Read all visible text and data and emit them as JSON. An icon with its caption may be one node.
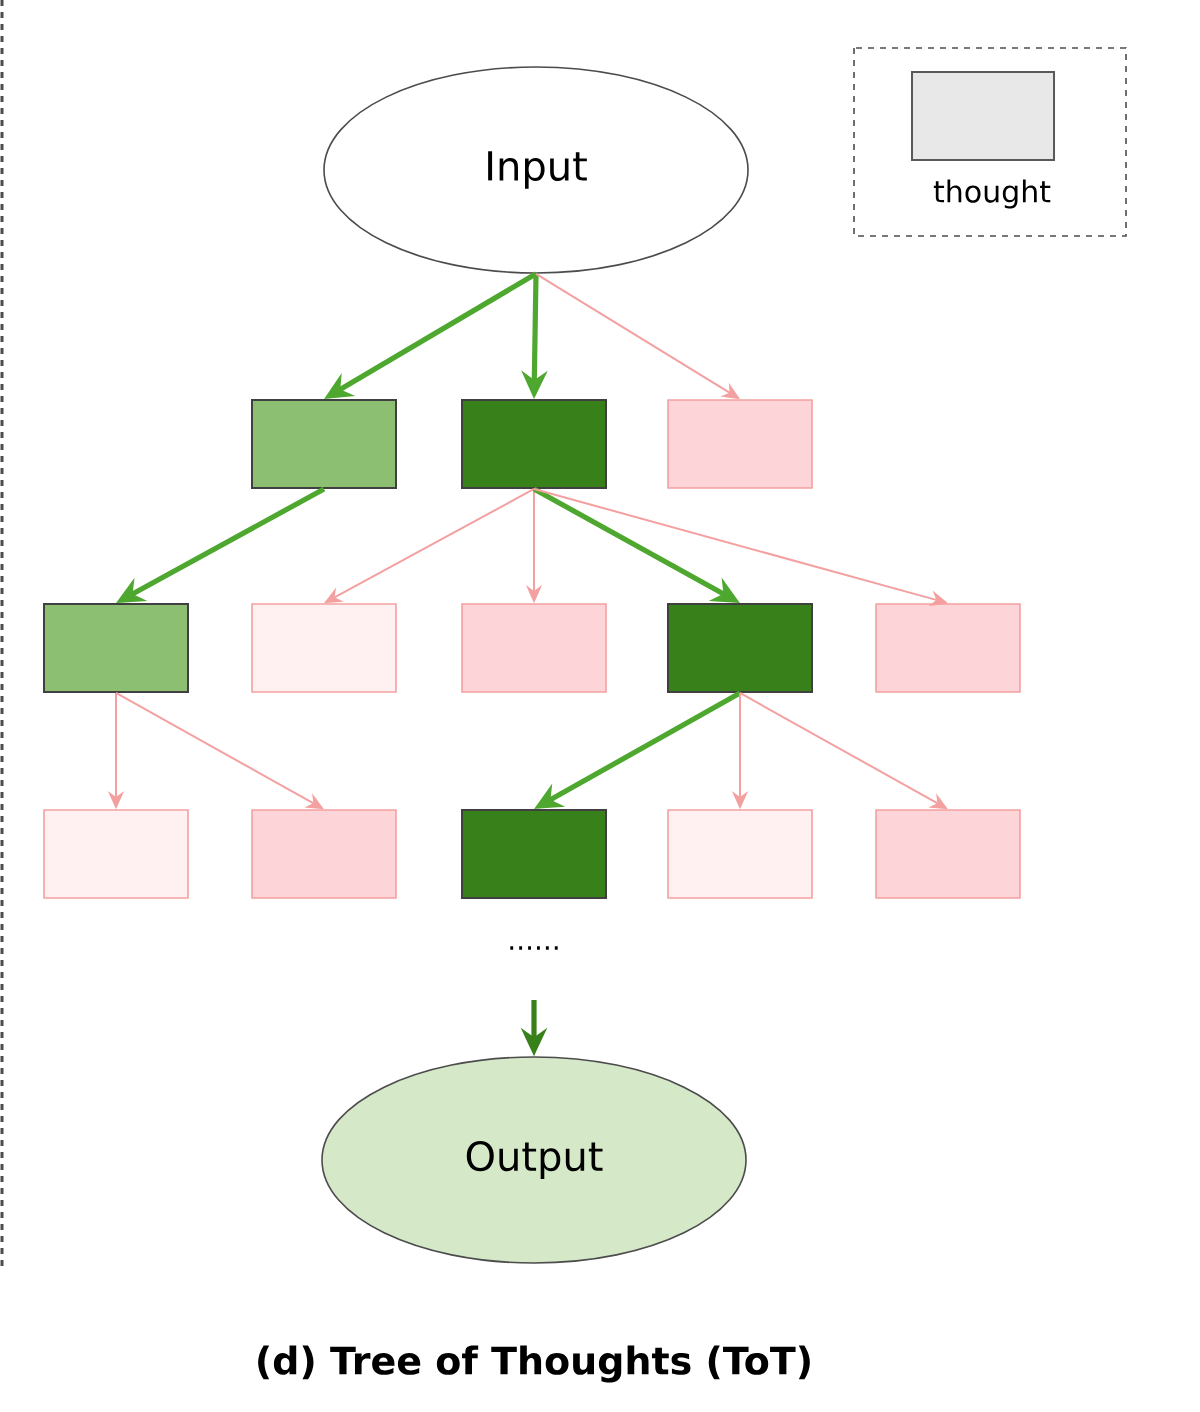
{
  "diagram": {
    "caption": "(d) Tree of Thoughts (ToT)",
    "nodes": [
      {
        "text": [
          "Input"
        ]
      },
      {
        "text": [],
        "shape": "box"
      },
      {
        "text": [],
        "shape": "box"
      },
      {
        "text": [],
        "shape": "box"
      },
      {
        "text": [],
        "shape": "box"
      },
      {
        "text": [],
        "shape": "box"
      },
      {
        "text": [],
        "shape": "box"
      },
      {
        "text": [],
        "shape": "box"
      },
      {
        "text": [],
        "shape": "box"
      },
      {
        "text": [],
        "shape": "box"
      },
      {
        "text": [],
        "shape": "box"
      },
      {
        "text": [],
        "shape": "box"
      },
      {
        "text": [],
        "shape": "box"
      },
      {
        "text": [],
        "shape": "box"
      },
      {
        "text": [
          "Output"
        ]
      }
    ],
    "edges": [
      {
        "from": 0,
        "to": 1,
        "arrow": "to",
        "style": "thick",
        "color": "#4ea72e"
      },
      {
        "from": 0,
        "to": 2,
        "arrow": "to",
        "style": "thick",
        "color": "#4ea72e"
      },
      {
        "from": 0,
        "to": 3,
        "arrow": "to"
      },
      {
        "from": 1,
        "to": 4,
        "arrow": "to",
        "style": "thick",
        "color": "#4ea72e"
      },
      {
        "from": 2,
        "to": 5,
        "arrow": "to"
      },
      {
        "from": 2,
        "to": 6,
        "arrow": "to"
      },
      {
        "from": 2,
        "to": 7,
        "arrow": "to",
        "style": "thick",
        "color": "#4ea72e"
      },
      {
        "from": 2,
        "to": 8,
        "arrow": "to"
      },
      {
        "from": 4,
        "to": 9,
        "arrow": "to"
      },
      {
        "from": 4,
        "to": 10,
        "arrow": "to"
      },
      {
        "from": 7,
        "to": 11,
        "arrow": "to",
        "style": "thick",
        "color": "#4ea72e"
      },
      {
        "from": 7,
        "to": 12,
        "arrow": "to"
      },
      {
        "from": 7,
        "to": 13,
        "arrow": "to"
      },
      {
        "from": null,
        "to": 14,
        "arrow": "to",
        "style": "thick",
        "color": "#38801a"
      }
    ],
    "labels": [
      "......"
    ],
    "legend": [
      {
        "text": "thought",
        "color": "#e8e8e8"
      }
    ]
  }
}
